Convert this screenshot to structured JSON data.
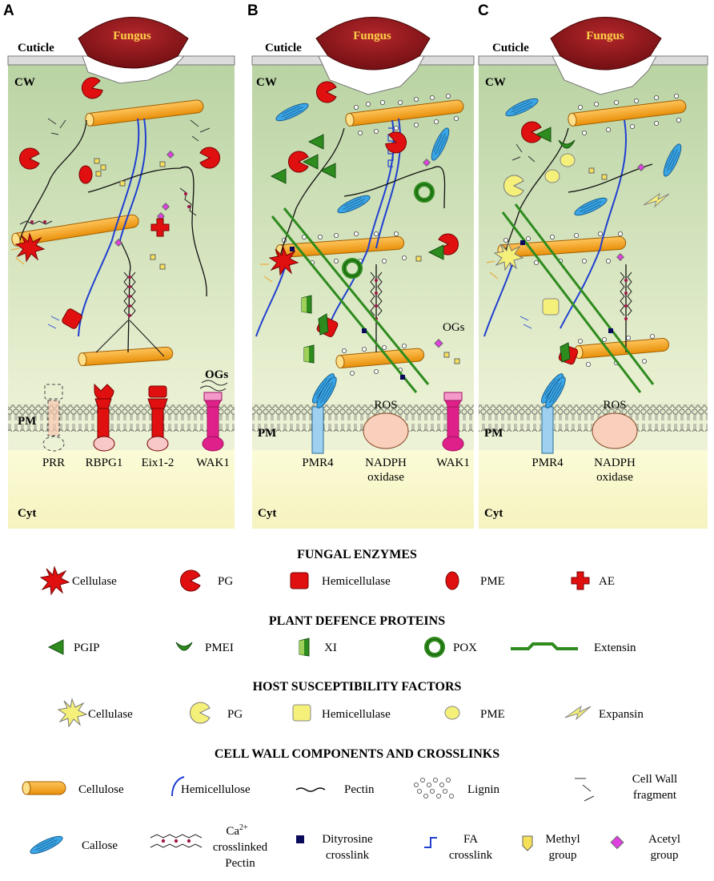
{
  "panels": [
    {
      "letter": "A",
      "cuticle": "Cuticle",
      "fungus": "Fungus",
      "cw": "CW",
      "pm": "PM",
      "cyt": "Cyt",
      "proteins": [
        "PRR",
        "RBPG1",
        "Eix1-2",
        "WAK1"
      ],
      "ogs": "OGs"
    },
    {
      "letter": "B",
      "cuticle": "Cuticle",
      "fungus": "Fungus",
      "cw": "CW",
      "pm": "PM",
      "cyt": "Cyt",
      "proteins": [
        "PMR4",
        "NADPH",
        "oxidase",
        "WAK1"
      ],
      "ros": "ROS",
      "ogs": "OGs"
    },
    {
      "letter": "C",
      "cuticle": "Cuticle",
      "fungus": "Fungus",
      "cw": "CW",
      "pm": "PM",
      "cyt": "Cyt",
      "proteins": [
        "PMR4",
        "NADPH",
        "oxidase"
      ],
      "ros": "ROS"
    }
  ],
  "legend": {
    "fungal_enzymes": {
      "title": "FUNGAL ENZYMES",
      "items": [
        "Cellulase",
        "PG",
        "Hemicellulase",
        "PME",
        "AE"
      ]
    },
    "plant_defence": {
      "title": "PLANT DEFENCE PROTEINS",
      "items": [
        "PGIP",
        "PMEI",
        "XI",
        "POX",
        "Extensin"
      ]
    },
    "host_susceptibility": {
      "title": "HOST SUSCEPTIBILITY FACTORS",
      "items": [
        "Cellulase",
        "PG",
        "Hemicellulase",
        "PME",
        "Expansin"
      ]
    },
    "cell_wall": {
      "title": "CELL WALL COMPONENTS AND CROSSLINKS",
      "row1": [
        "Cellulose",
        "Hemicellulose",
        "Pectin",
        "Lignin",
        "Cell Wall",
        "fragment"
      ],
      "row2": [
        "Callose",
        "Ca",
        "2+",
        "crosslinked",
        "Pectin",
        "Dityrosine",
        "crosslink",
        "FA",
        "crosslink",
        "Methyl",
        "group",
        "Acetyl",
        "group"
      ]
    }
  },
  "colors": {
    "enzyme_red": "#e01010",
    "defence_green": "#2e8b1e",
    "host_yellow": "#f5f07a",
    "cellulose": "#f5a623",
    "callose": "#3aa6e6",
    "hemicellulose": "#1f3fd0",
    "wak_pink": "#e0208a"
  }
}
